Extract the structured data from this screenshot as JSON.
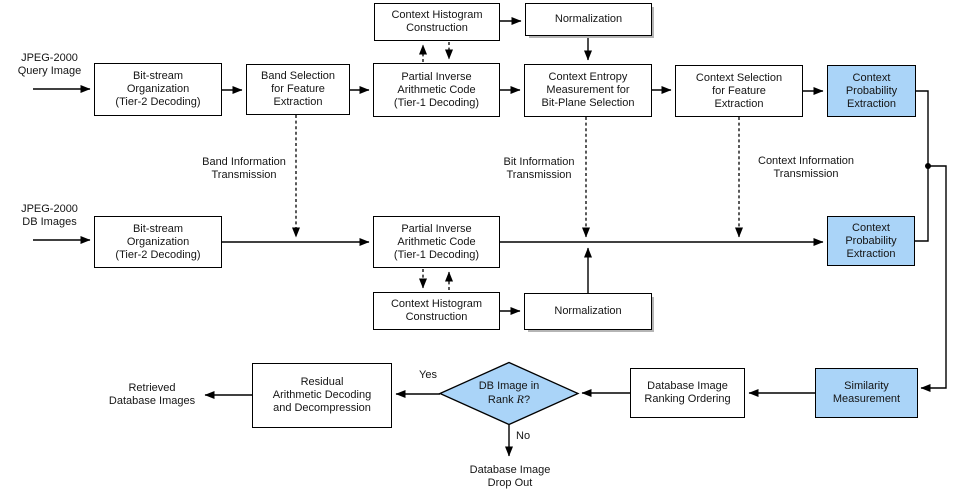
{
  "colors": {
    "highlight_fill": "#aad4f8",
    "line": "#000000",
    "background": "#ffffff"
  },
  "inputs": {
    "query": "JPEG-2000\nQuery Image",
    "db": "JPEG-2000\nDB Images"
  },
  "boxes": {
    "context_histogram_top": "Context Histogram\nConstruction",
    "normalization_top": "Normalization",
    "bitstream_query": "Bit-stream\nOrganization\n(Tier-2 Decoding)",
    "band_selection": "Band Selection\nfor Feature\nExtraction",
    "partial_inverse_query": "Partial Inverse\nArithmetic Code\n(Tier-1 Decoding)",
    "context_entropy": "Context Entropy\nMeasurement for\nBit-Plane Selection",
    "context_selection": "Context Selection\nfor Feature\nExtraction",
    "context_probability_query": "Context\nProbability\nExtraction",
    "bitstream_db": "Bit-stream\nOrganization\n(Tier-2 Decoding)",
    "partial_inverse_db": "Partial Inverse\nArithmetic Code\n(Tier-1 Decoding)",
    "context_histogram_db": "Context Histogram\nConstruction",
    "normalization_db": "Normalization",
    "context_probability_db": "Context\nProbability\nExtraction",
    "residual": "Residual\nArithmetic Decoding\nand Decompression",
    "ranking": "Database Image\nRanking Ordering",
    "similarity": "Similarity\nMeasurement"
  },
  "transmission_labels": {
    "band": "Band Information\nTransmission",
    "bit": "Bit Information\nTransmission",
    "context": "Context Information\nTransmission"
  },
  "decision": {
    "line1": "DB Image in",
    "rank_prefix": "Rank ",
    "rank_var": "R",
    "rank_suffix": "?",
    "yes": "Yes",
    "no": "No"
  },
  "outputs": {
    "retrieved": "Retrieved\nDatabase Images",
    "drop_out": "Database Image\nDrop Out"
  }
}
